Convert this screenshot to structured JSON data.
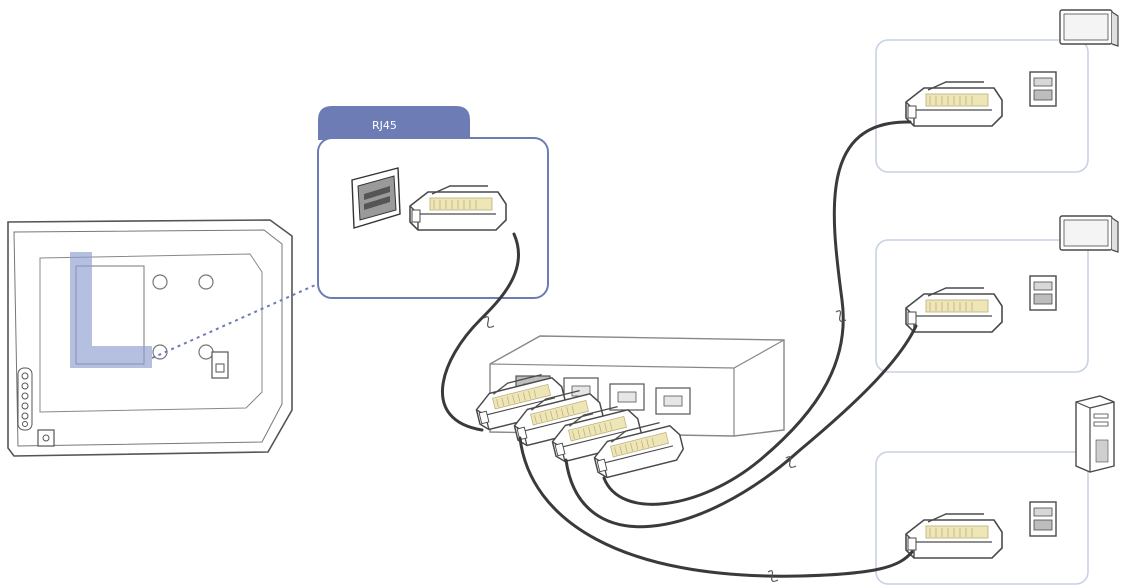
{
  "callout": {
    "label": "RJ45"
  },
  "colors": {
    "callout_tab": "#6e7cb6",
    "callout_border": "#6e7cb6",
    "highlight": "#8d9ccf",
    "cable": "#3a3a3a",
    "panel_border": "#c9d1e6",
    "device_outline": "#4a4a4a",
    "connector_fill": "#efe6b8"
  },
  "devices": {
    "display_main": "display-rear-panel",
    "hub": "network-hub",
    "endpoints": [
      "monitor",
      "monitor",
      "computer-tower"
    ]
  }
}
